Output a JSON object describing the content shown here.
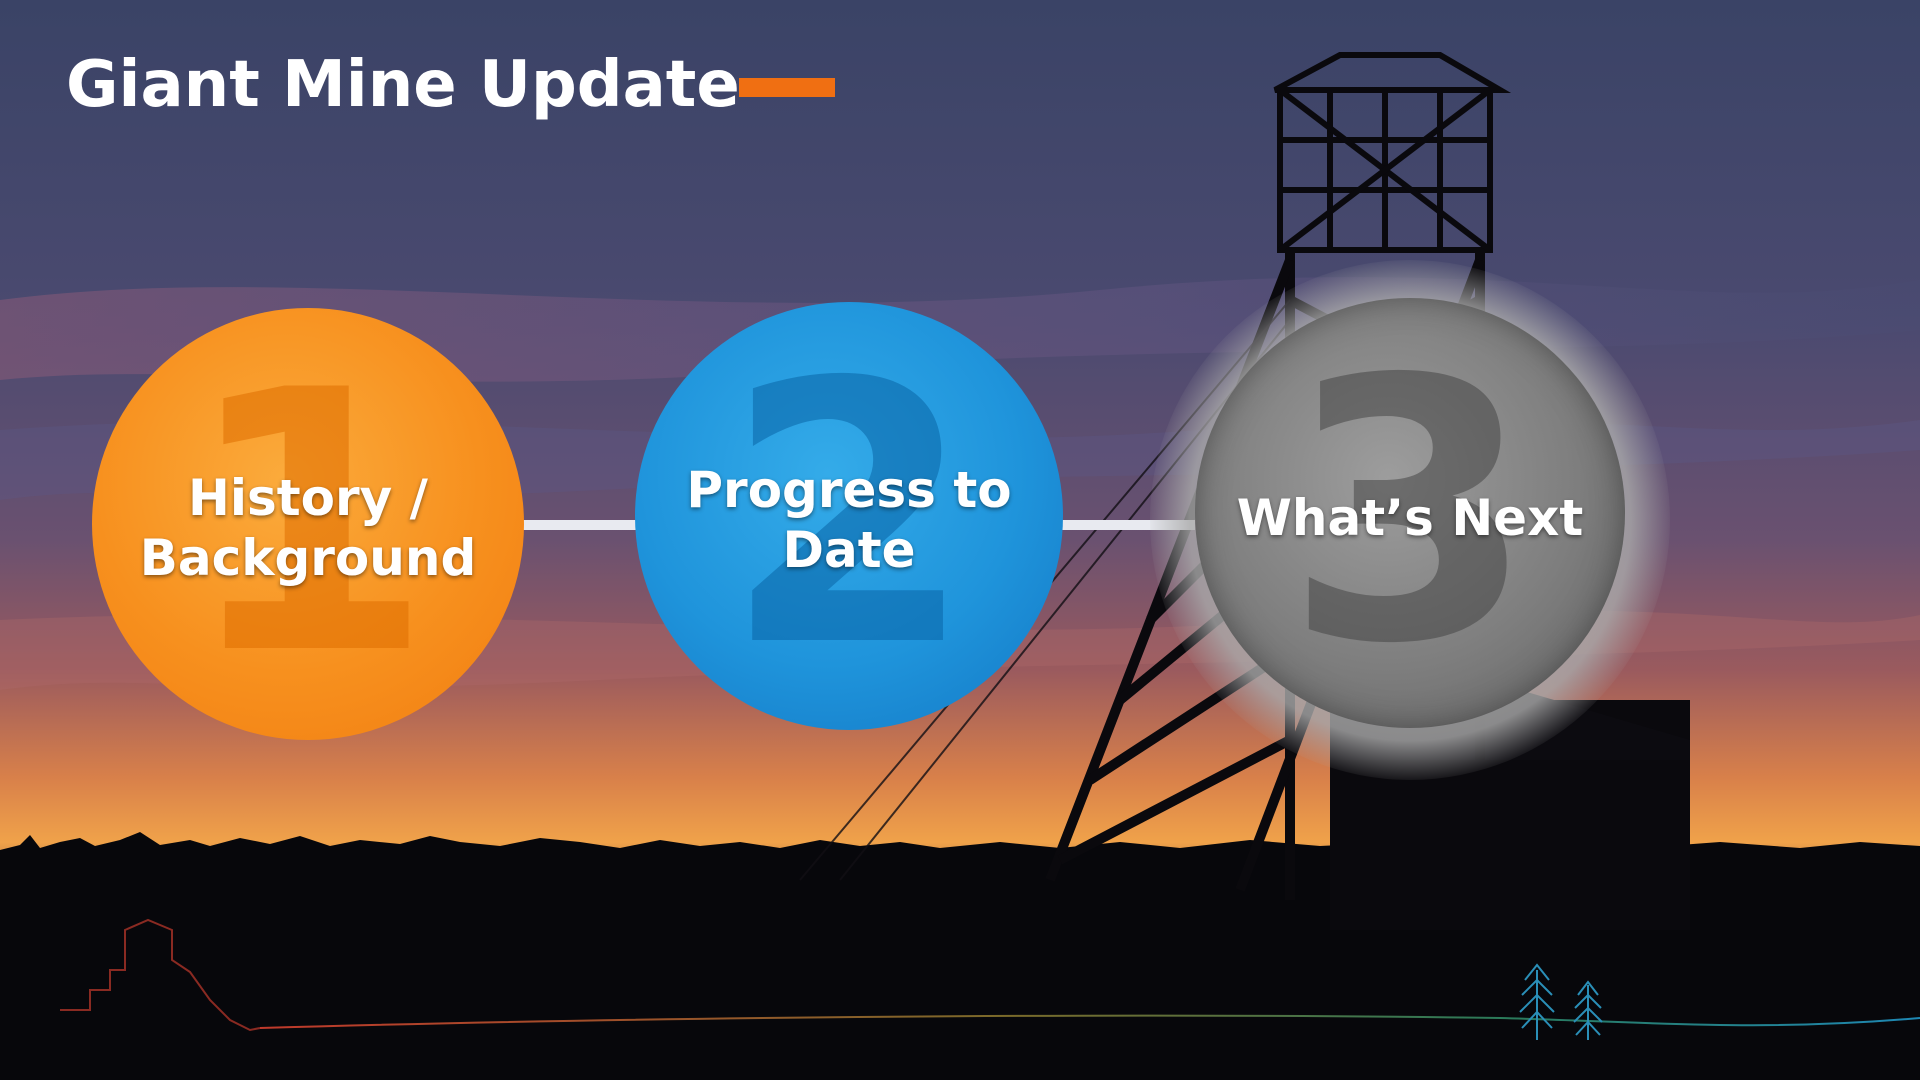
{
  "slide": {
    "title": "Giant Mine Update",
    "accent_color": "#f06f12"
  },
  "steps": [
    {
      "number": "1",
      "label": "History / Background",
      "color": "#f7901e"
    },
    {
      "number": "2",
      "label": "Progress to Date",
      "color": "#1f94db"
    },
    {
      "number": "3",
      "label": "What’s Next",
      "color": "#7e7e7e",
      "highlighted": true
    }
  ],
  "background": {
    "scene": "sunset sky with silhouetted mine headframe and treeline"
  },
  "footer": {
    "icons": [
      "headframe-outline-icon",
      "trees-icon"
    ]
  }
}
